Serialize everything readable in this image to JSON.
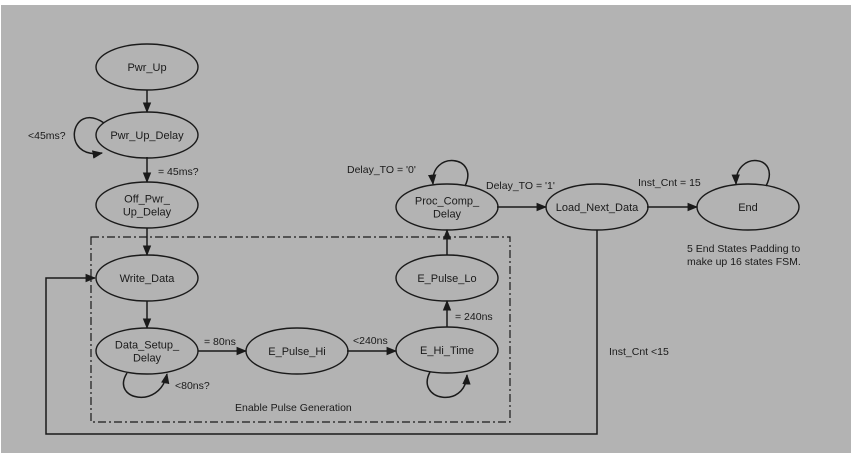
{
  "diagram": {
    "type": "state-machine",
    "colors": {
      "background": "#b3b3b3",
      "stroke": "#1a1a1a",
      "text": "#1a1a1a"
    },
    "states": [
      {
        "id": "pwr_up",
        "lines": [
          "Pwr_Up"
        ]
      },
      {
        "id": "pwr_up_delay",
        "lines": [
          "Pwr_Up_Delay"
        ]
      },
      {
        "id": "off_pwr_up_delay",
        "lines": [
          "Off_Pwr_",
          "Up_Delay"
        ]
      },
      {
        "id": "write_data",
        "lines": [
          "Write_Data"
        ]
      },
      {
        "id": "data_setup_delay",
        "lines": [
          "Data_Setup_",
          "Delay"
        ]
      },
      {
        "id": "e_pulse_hi",
        "lines": [
          "E_Pulse_Hi"
        ]
      },
      {
        "id": "e_hi_time",
        "lines": [
          "E_Hi_Time"
        ]
      },
      {
        "id": "e_pulse_lo",
        "lines": [
          "E_Pulse_Lo"
        ]
      },
      {
        "id": "proc_comp_delay",
        "lines": [
          "Proc_Comp_",
          "Delay"
        ]
      },
      {
        "id": "load_next_data",
        "lines": [
          "Load_Next_Data"
        ]
      },
      {
        "id": "end",
        "lines": [
          "End"
        ]
      }
    ],
    "transitions": [
      {
        "from": "pwr_up",
        "to": "pwr_up_delay",
        "label": ""
      },
      {
        "from": "pwr_up_delay",
        "to": "pwr_up_delay",
        "label": "<45ms?"
      },
      {
        "from": "pwr_up_delay",
        "to": "off_pwr_up_delay",
        "label": "= 45ms?"
      },
      {
        "from": "off_pwr_up_delay",
        "to": "write_data",
        "label": ""
      },
      {
        "from": "write_data",
        "to": "data_setup_delay",
        "label": ""
      },
      {
        "from": "data_setup_delay",
        "to": "data_setup_delay",
        "label": "<80ns?"
      },
      {
        "from": "data_setup_delay",
        "to": "e_pulse_hi",
        "label": "= 80ns"
      },
      {
        "from": "e_pulse_hi",
        "to": "e_hi_time",
        "label": "<240ns"
      },
      {
        "from": "e_hi_time",
        "to": "e_hi_time",
        "label": ""
      },
      {
        "from": "e_hi_time",
        "to": "e_pulse_lo",
        "label": "= 240ns"
      },
      {
        "from": "e_pulse_lo",
        "to": "proc_comp_delay",
        "label": ""
      },
      {
        "from": "proc_comp_delay",
        "to": "proc_comp_delay",
        "label": "Delay_TO = '0'"
      },
      {
        "from": "proc_comp_delay",
        "to": "load_next_data",
        "label": "Delay_TO = '1'"
      },
      {
        "from": "load_next_data",
        "to": "end",
        "label": "Inst_Cnt = 15"
      },
      {
        "from": "end",
        "to": "end",
        "label": ""
      },
      {
        "from": "load_next_data",
        "to": "write_data",
        "label": "Inst_Cnt <15"
      }
    ],
    "group": {
      "label": "Enable Pulse Generation"
    },
    "note": [
      "5 End States Padding to",
      "make up 16 states FSM."
    ]
  }
}
